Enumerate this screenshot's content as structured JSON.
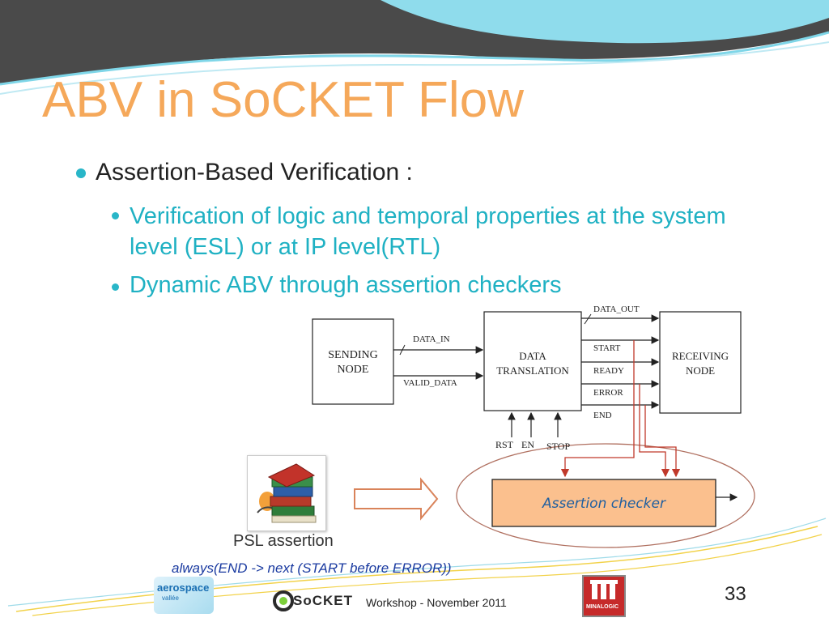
{
  "slide": {
    "title": "ABV in SoCKET Flow",
    "page_number": "33",
    "footer": "Workshop - November 2011"
  },
  "bullets": {
    "level1": "Assertion-Based Verification :",
    "level2": [
      "Verification of logic and temporal properties at the system level (ESL) or at IP level(RTL)",
      "Dynamic ABV through assertion checkers"
    ]
  },
  "diagram": {
    "nodes": {
      "sending": "SENDING\nNODE",
      "translation": "DATA\nTRANSLATION",
      "receiving": "RECEIVING\nNODE",
      "checker": "Assertion checker"
    },
    "signals_in": [
      "DATA_IN",
      "VALID_DATA"
    ],
    "signals_out": [
      "DATA_OUT",
      "START",
      "READY",
      "ERROR",
      "END"
    ],
    "controls": [
      "RST",
      "EN",
      "STOP"
    ],
    "psl_label": "PSL assertion",
    "formula": "always(END -> next (START before ERROR))"
  },
  "logos": {
    "aerospace": "aerospace",
    "aerospace_sub": "vallée",
    "socket": "SoCKET",
    "minalogic": "MINALOGIC"
  },
  "colors": {
    "title": "#f5a85a",
    "accent": "#29b6c8",
    "checker_fill": "#fbc08e",
    "red_wire": "#c0392b",
    "header_dark": "#4a4a4a",
    "header_cyan": "#7fd6e8"
  }
}
